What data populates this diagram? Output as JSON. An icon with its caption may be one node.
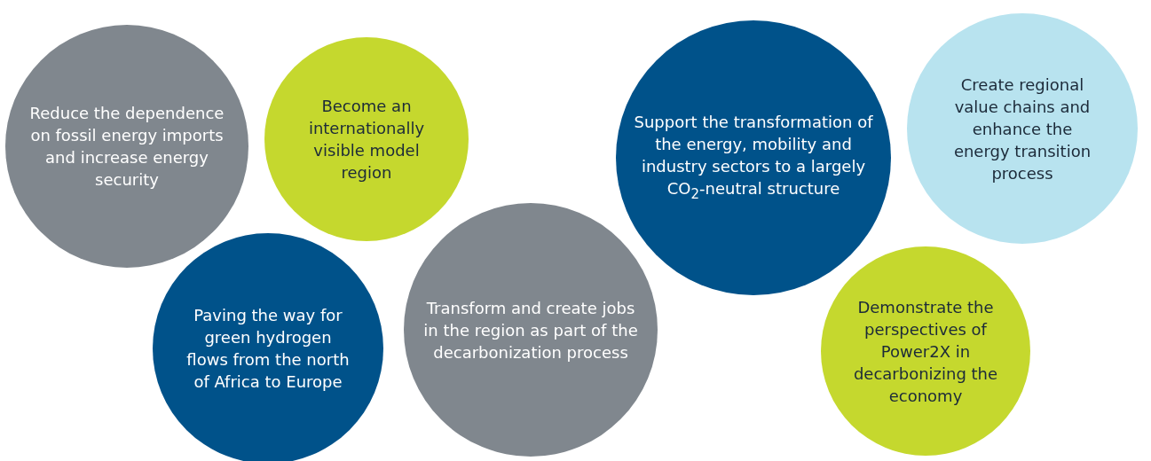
{
  "diagram": {
    "nodes": [
      {
        "text": [
          "Reduce the dependence on fossil energy imports and increase energy security"
        ]
      },
      {
        "text": [
          "Become an internationally visible model region"
        ]
      },
      {
        "text": [
          "Paving the way for green hydrogen flows from the north of Africa to Europe"
        ]
      },
      {
        "text": [
          "Transform and create jobs in the region as part of the decarbonization process"
        ]
      },
      {
        "text": [
          "Support the transformation of the energy, mobility and industry sectors to a largely CO$_{2}$-neutral structure"
        ]
      },
      {
        "text": [
          "Create regional value chains and enhance the energy transition process"
        ]
      },
      {
        "text": [
          "Demonstrate the perspectives of Power2X in decarbonizing the economy"
        ]
      }
    ]
  }
}
